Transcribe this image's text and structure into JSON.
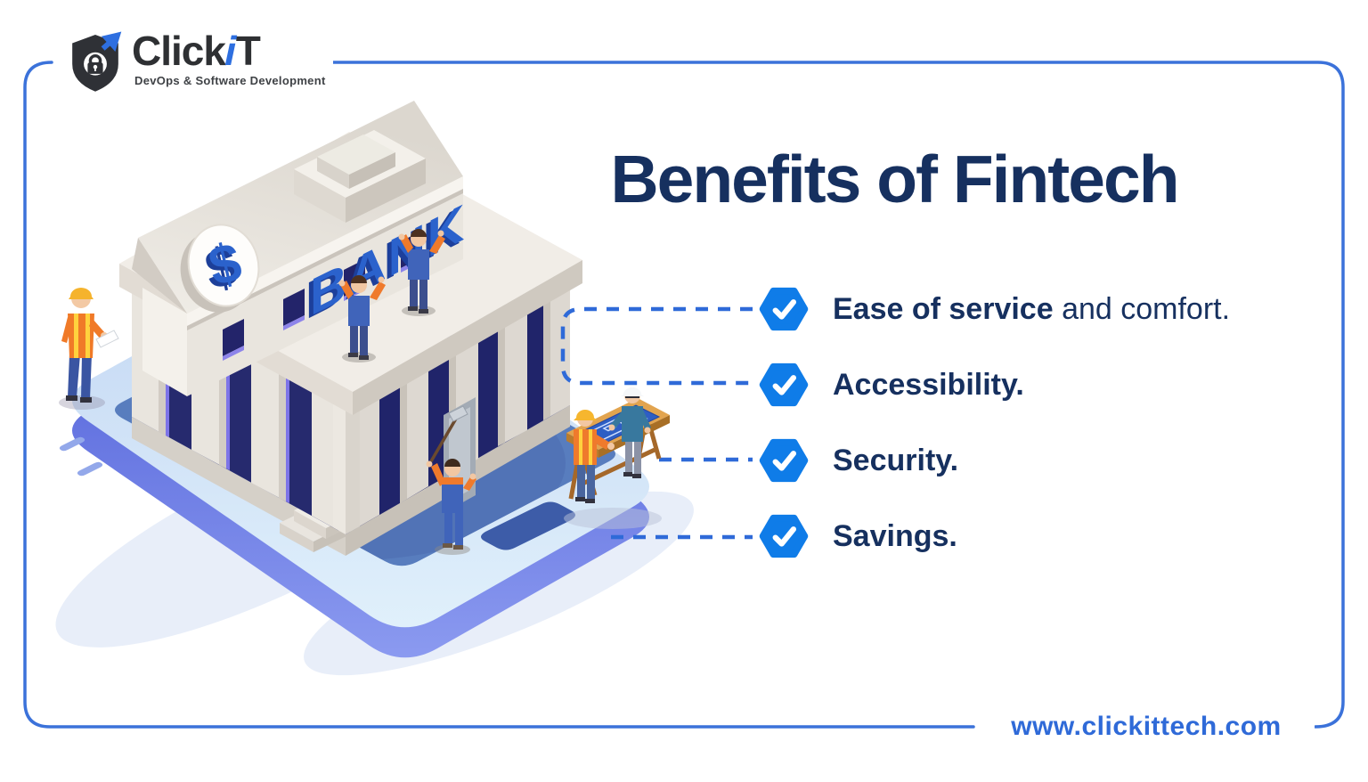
{
  "brand": {
    "logo_prefix": "Click",
    "logo_accent": "i",
    "logo_suffix": "T",
    "tagline": "DevOps & Software Development"
  },
  "title": "Benefits of Fintech",
  "benefits": [
    {
      "bold": "Ease of service",
      "regular": " and comfort."
    },
    {
      "bold": "Accessibility.",
      "regular": ""
    },
    {
      "bold": "Security.",
      "regular": ""
    },
    {
      "bold": "Savings.",
      "regular": ""
    }
  ],
  "illustration": {
    "bank_sign": "BANK",
    "dollar_sign": "$"
  },
  "footer": {
    "website": "www.clickittech.com"
  },
  "colors": {
    "navy_text": "#16305f",
    "badge_blue": "#0f7ce8",
    "frame_blue": "#3b72da",
    "link_blue": "#2f6ad8",
    "bank_letter_blue": "#2b62cc",
    "phone_side_indigo": "#5866de",
    "screen_blue": "#587dbe"
  }
}
